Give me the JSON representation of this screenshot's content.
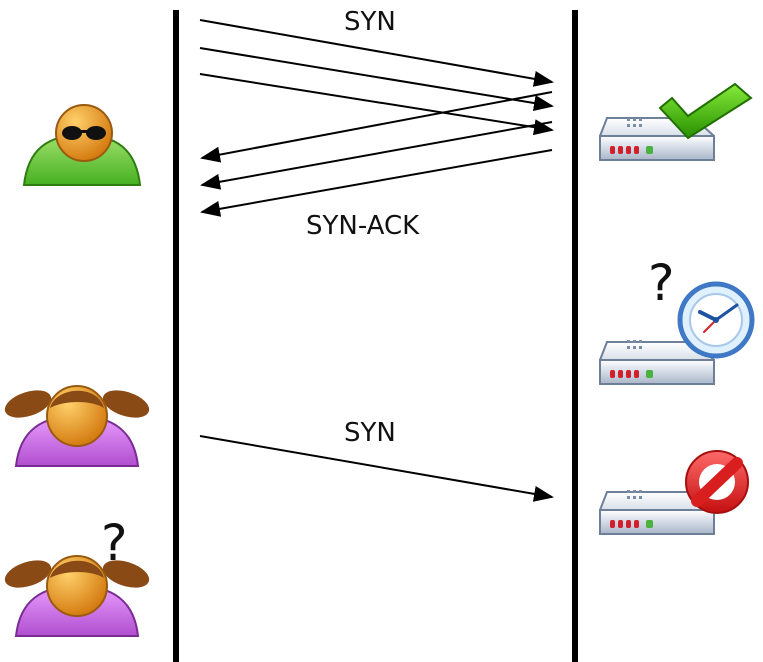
{
  "diagram": {
    "labels": {
      "syn_top": "SYN",
      "syn_ack": "SYN-ACK",
      "syn_bottom": "SYN"
    },
    "question_marks": {
      "server_middle": "?",
      "client_bottom": "?"
    },
    "participants": {
      "attacker_icon": "attacker-user-icon",
      "legit_user_icon": "girl-user-icon",
      "waiting_user_icon": "girl-user-question-icon",
      "server_ok_icon": "server-checkmark-icon",
      "server_wait_icon": "server-clock-icon",
      "server_blocked_icon": "server-blocked-icon"
    },
    "colors": {
      "line": "#000000",
      "green_user": "#5fbf3a",
      "purple_user": "#c063d9",
      "face": "#f0a020",
      "hair": "#8a4a16",
      "server_body": "#a9b6c8",
      "server_leds": "#c0202a",
      "check": "#39a80f",
      "no_sign": "#d81e1e",
      "clock_blue": "#4f8fd8"
    }
  }
}
